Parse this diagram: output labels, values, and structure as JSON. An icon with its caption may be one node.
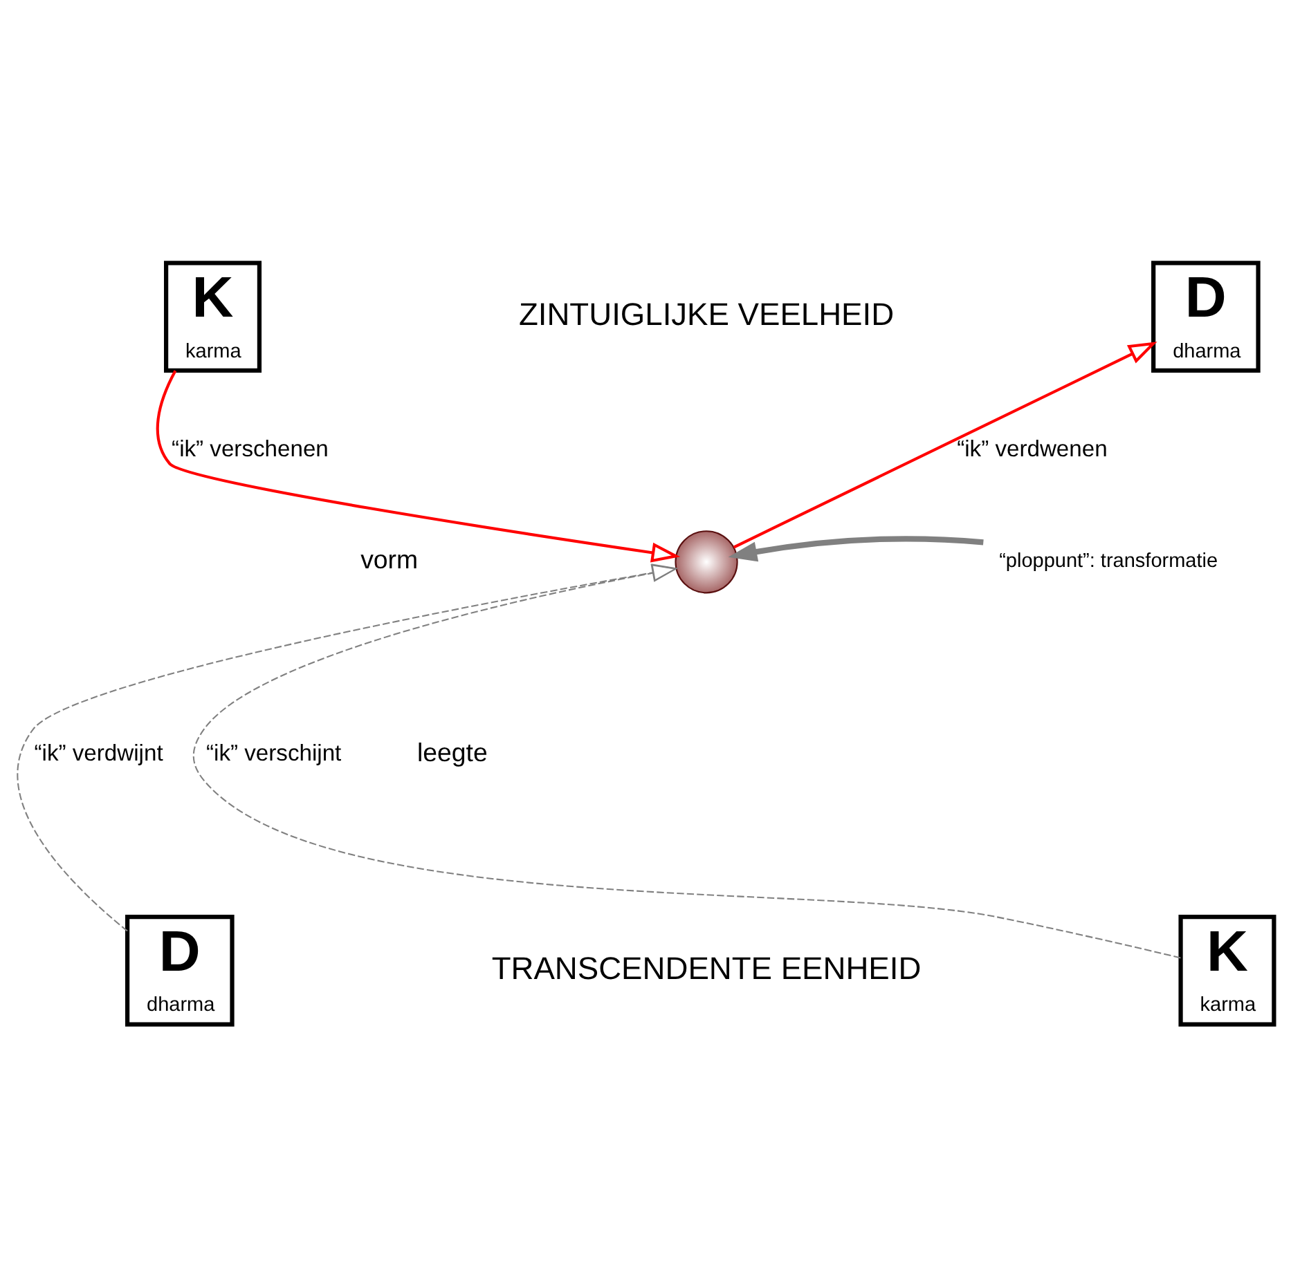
{
  "diagram": {
    "nodes": [
      {
        "text": [
          "K",
          "karma"
        ]
      },
      {
        "text": [
          "D",
          "dharma"
        ]
      },
      {
        "text": [
          "D",
          "dharma"
        ]
      },
      {
        "text": [
          "K",
          "karma"
        ]
      },
      {
        "text": [],
        "shape": "circle"
      },
      {
        "text": [
          "“ploppunt”: transformatie"
        ]
      }
    ],
    "edges": [
      {
        "from": 0,
        "to": 4,
        "arrow": "to",
        "label": "“ik” verschenen",
        "color": "#ff0000"
      },
      {
        "from": 4,
        "to": 1,
        "arrow": "to",
        "label": "“ik” verdwenen",
        "color": "#ff0000"
      },
      {
        "from": 2,
        "to": 4,
        "arrow": "to",
        "label": "“ik” verdwijnt",
        "style": "dashed",
        "color": "#808080"
      },
      {
        "from": 3,
        "to": 4,
        "arrow": "to",
        "label": "“ik” verschijnt",
        "style": "dashed",
        "color": "#808080"
      },
      {
        "from": 5,
        "to": 4,
        "arrow": "to",
        "style": "thick",
        "color": "#808080"
      }
    ],
    "labels": [
      "ZINTUIGLIJKE VEELHEID",
      "vorm",
      "leegte",
      "TRANSCENDENTE EENHEID"
    ]
  }
}
